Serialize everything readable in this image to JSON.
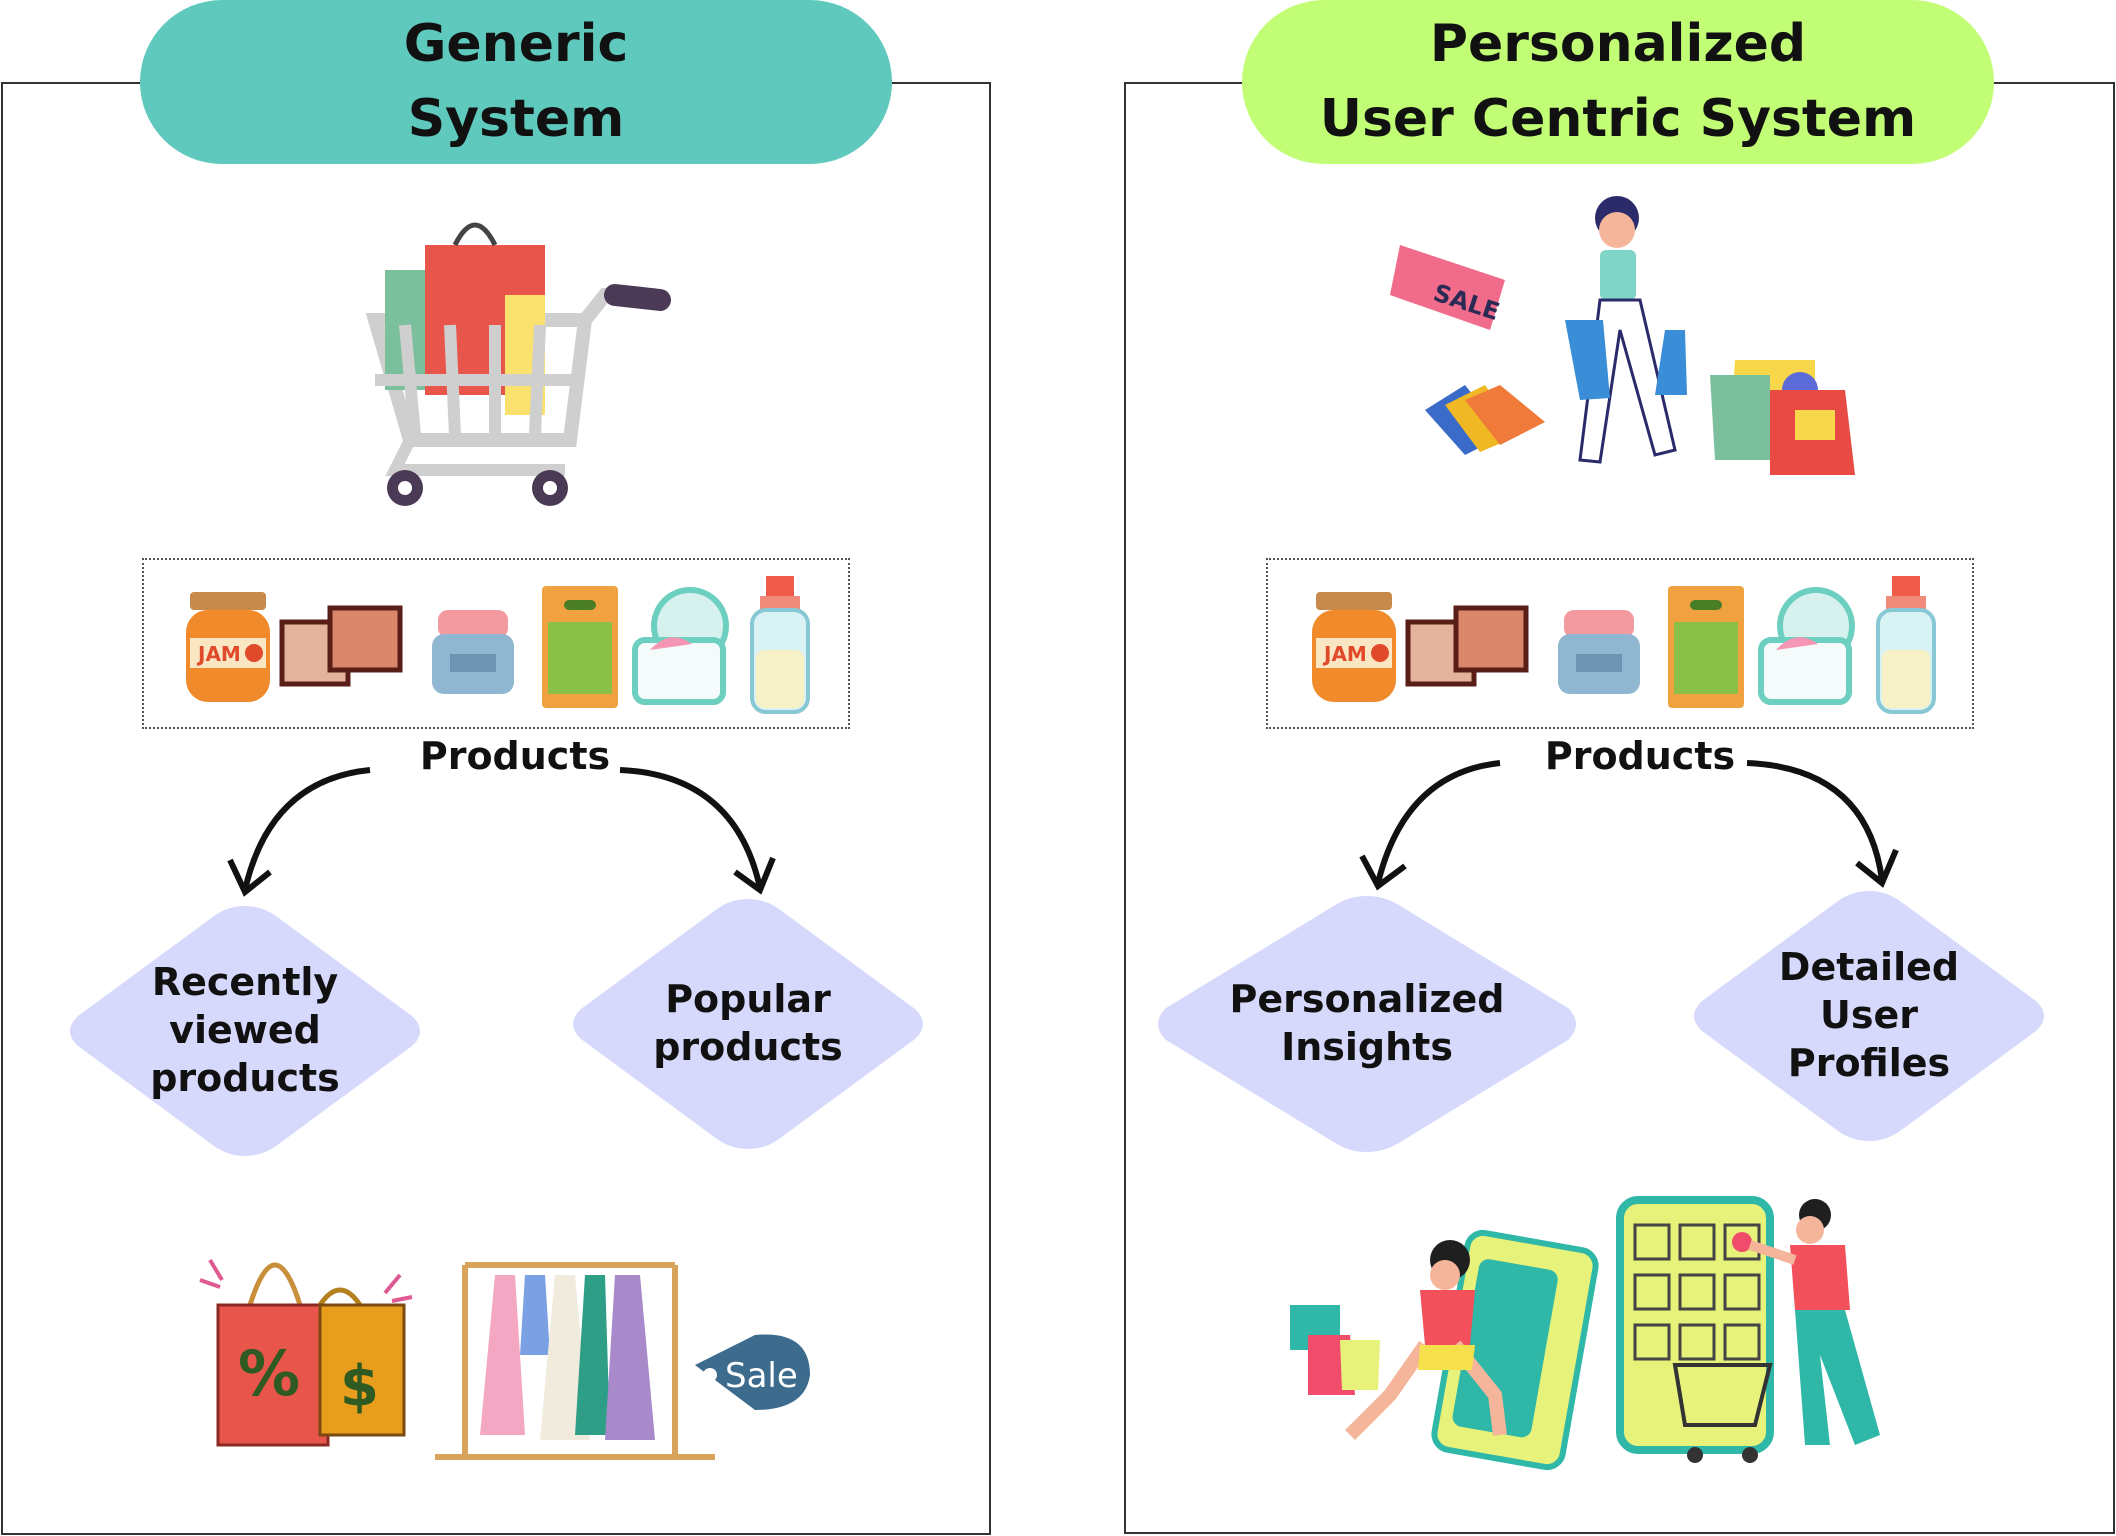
{
  "left": {
    "title_lines": [
      "Generic",
      "System"
    ],
    "products_label": "Products",
    "branches": [
      {
        "lines": [
          "Recently",
          "viewed",
          "products"
        ]
      },
      {
        "lines": [
          "Popular",
          "products"
        ]
      }
    ],
    "colors": {
      "title_bg": "#5ec9bc",
      "diamond": "#d6d9fb"
    }
  },
  "right": {
    "title_lines": [
      "Personalized",
      "User Centric System"
    ],
    "products_label": "Products",
    "branches": [
      {
        "lines": [
          "Personalized",
          "Insights"
        ]
      },
      {
        "lines": [
          "Detailed",
          "User",
          "Profiles"
        ]
      }
    ],
    "colors": {
      "title_bg": "#c2fd76",
      "diamond": "#d6d9fb"
    }
  },
  "illustrations": {
    "product_labels": {
      "jam": "JAM"
    },
    "sale_ticket": "SALE",
    "sale_tag": "Sale",
    "percent_symbol": "%",
    "dollar_symbol": "$"
  }
}
